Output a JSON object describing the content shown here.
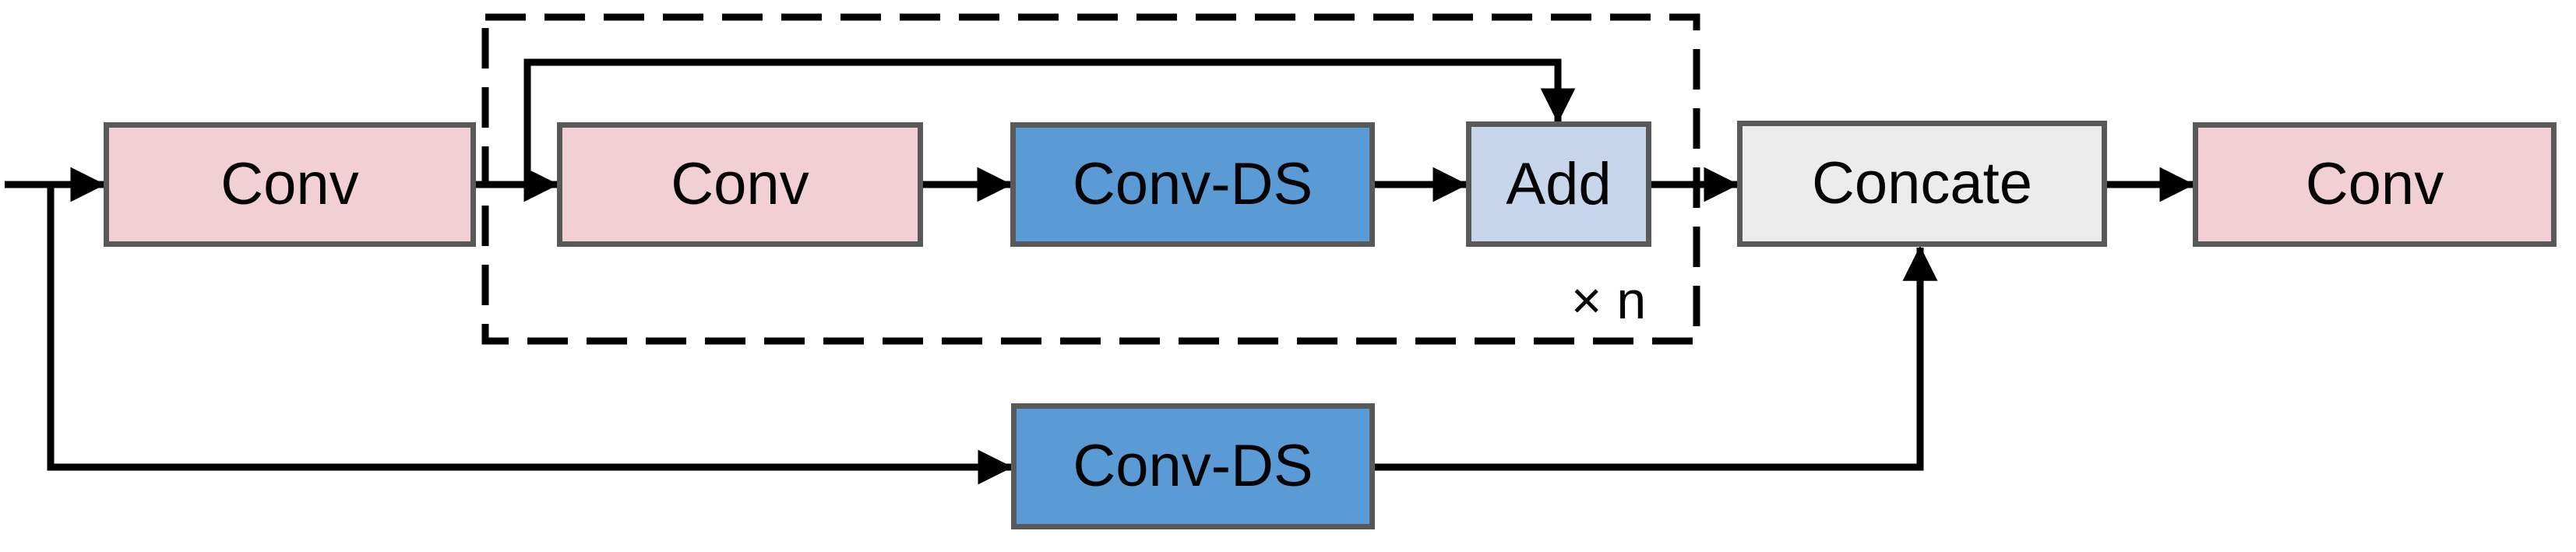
{
  "diagram": {
    "background": "#ffffff",
    "blocks": [
      {
        "id": "conv-input",
        "label": "Conv",
        "fill": "#f2cfd4"
      },
      {
        "id": "conv-residual",
        "label": "Conv",
        "fill": "#f2cfd4"
      },
      {
        "id": "conv-ds-residual",
        "label": "Conv-DS",
        "fill": "#5b9bd5"
      },
      {
        "id": "add",
        "label": "Add",
        "fill": "#c8d6ec"
      },
      {
        "id": "concate",
        "label": "Concate",
        "fill": "#ececec"
      },
      {
        "id": "conv-output",
        "label": "Conv",
        "fill": "#f2cfd4"
      },
      {
        "id": "conv-ds-bypass",
        "label": "Conv-DS",
        "fill": "#5b9bd5"
      }
    ],
    "repeat_label": "× n",
    "colors": {
      "block_border": "#595959",
      "line": "#000000",
      "text": "#030303",
      "conv_fill": "#f2cfd4",
      "conv_ds_fill": "#5b9bd5",
      "add_fill": "#c8d6ec",
      "concate_fill": "#ececec"
    }
  }
}
